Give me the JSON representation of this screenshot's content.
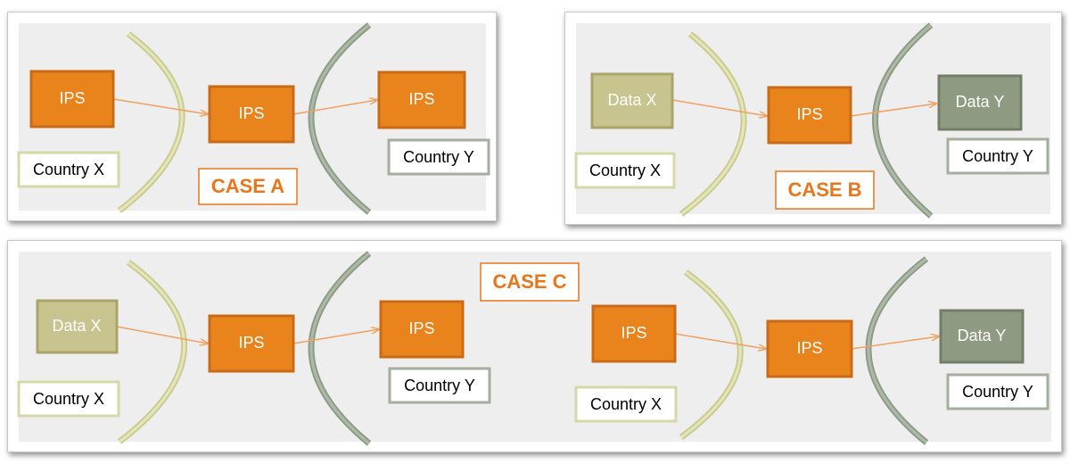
{
  "colors": {
    "ips_fill": "#e9841c",
    "ips_border": "#c96a16",
    "data_x_fill": "#c8c48f",
    "data_x_border": "#a9a46a",
    "data_y_fill": "#8f9a82",
    "data_y_border": "#737d68",
    "case_label": "#e8761c",
    "arrow": "#f0a060",
    "curve_x": "#d4d6a2",
    "curve_y": "#9aa893",
    "panel_bg": "#eeeeee"
  },
  "case_a": {
    "case_label": "CASE A",
    "node_1": "IPS",
    "node_2": "IPS",
    "node_3": "IPS",
    "country_x": "Country X",
    "country_y": "Country Y"
  },
  "case_b": {
    "case_label": "CASE B",
    "node_1": "Data X",
    "node_2": "IPS",
    "node_3": "Data Y",
    "country_x": "Country X",
    "country_y": "Country Y"
  },
  "case_c": {
    "case_label": "CASE C",
    "left": {
      "node_1": "Data X",
      "node_2": "IPS",
      "node_3": "IPS",
      "country_x": "Country X",
      "country_y": "Country Y"
    },
    "right": {
      "node_1": "IPS",
      "node_2": "IPS",
      "node_3": "Data Y",
      "country_x": "Country X",
      "country_y": "Country Y"
    }
  }
}
